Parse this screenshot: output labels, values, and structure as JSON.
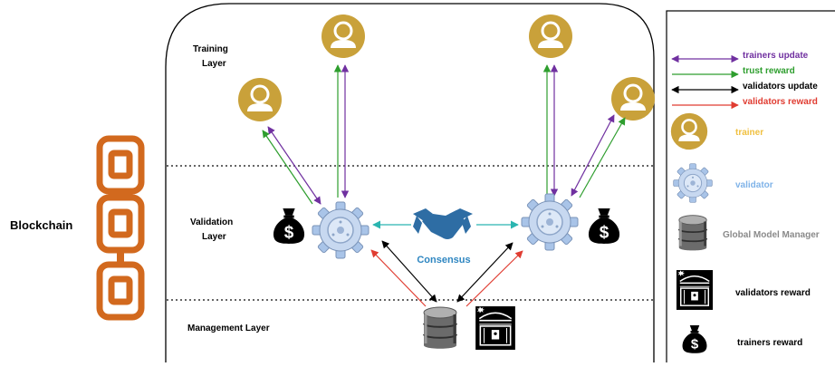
{
  "chain_label": "Blockchain",
  "layers": {
    "training": [
      "Training",
      "Layer"
    ],
    "validation": [
      "Validation",
      "Layer"
    ],
    "management": "Management Layer"
  },
  "consensus_label": "Consensus",
  "legend": {
    "arrows": [
      {
        "label": "trainers update",
        "color": "#7030A0"
      },
      {
        "label": "trust reward",
        "color": "#2E9E2E"
      },
      {
        "label": "validators update",
        "color": "#000000"
      },
      {
        "label": "validators reward",
        "color": "#E03C31"
      }
    ],
    "icons": [
      {
        "icon": "trainer-icon",
        "label": "trainer",
        "color": "#F0C040"
      },
      {
        "icon": "validator-icon",
        "label": "validator",
        "color": "#7FB3E8"
      },
      {
        "icon": "database-icon",
        "label": "Global Model Manager",
        "color": "#8A8A8A"
      },
      {
        "icon": "treasure-chest-icon",
        "label": "validators reward",
        "color": "#000000"
      },
      {
        "icon": "money-bag-icon",
        "label": "trainers reward",
        "color": "#000000"
      }
    ]
  },
  "colors": {
    "trainer_gold": "#C9A13A",
    "chain_orange": "#D2691E",
    "teal_arrow": "#2BB5B0",
    "consensus_blue": "#2E86C1"
  }
}
